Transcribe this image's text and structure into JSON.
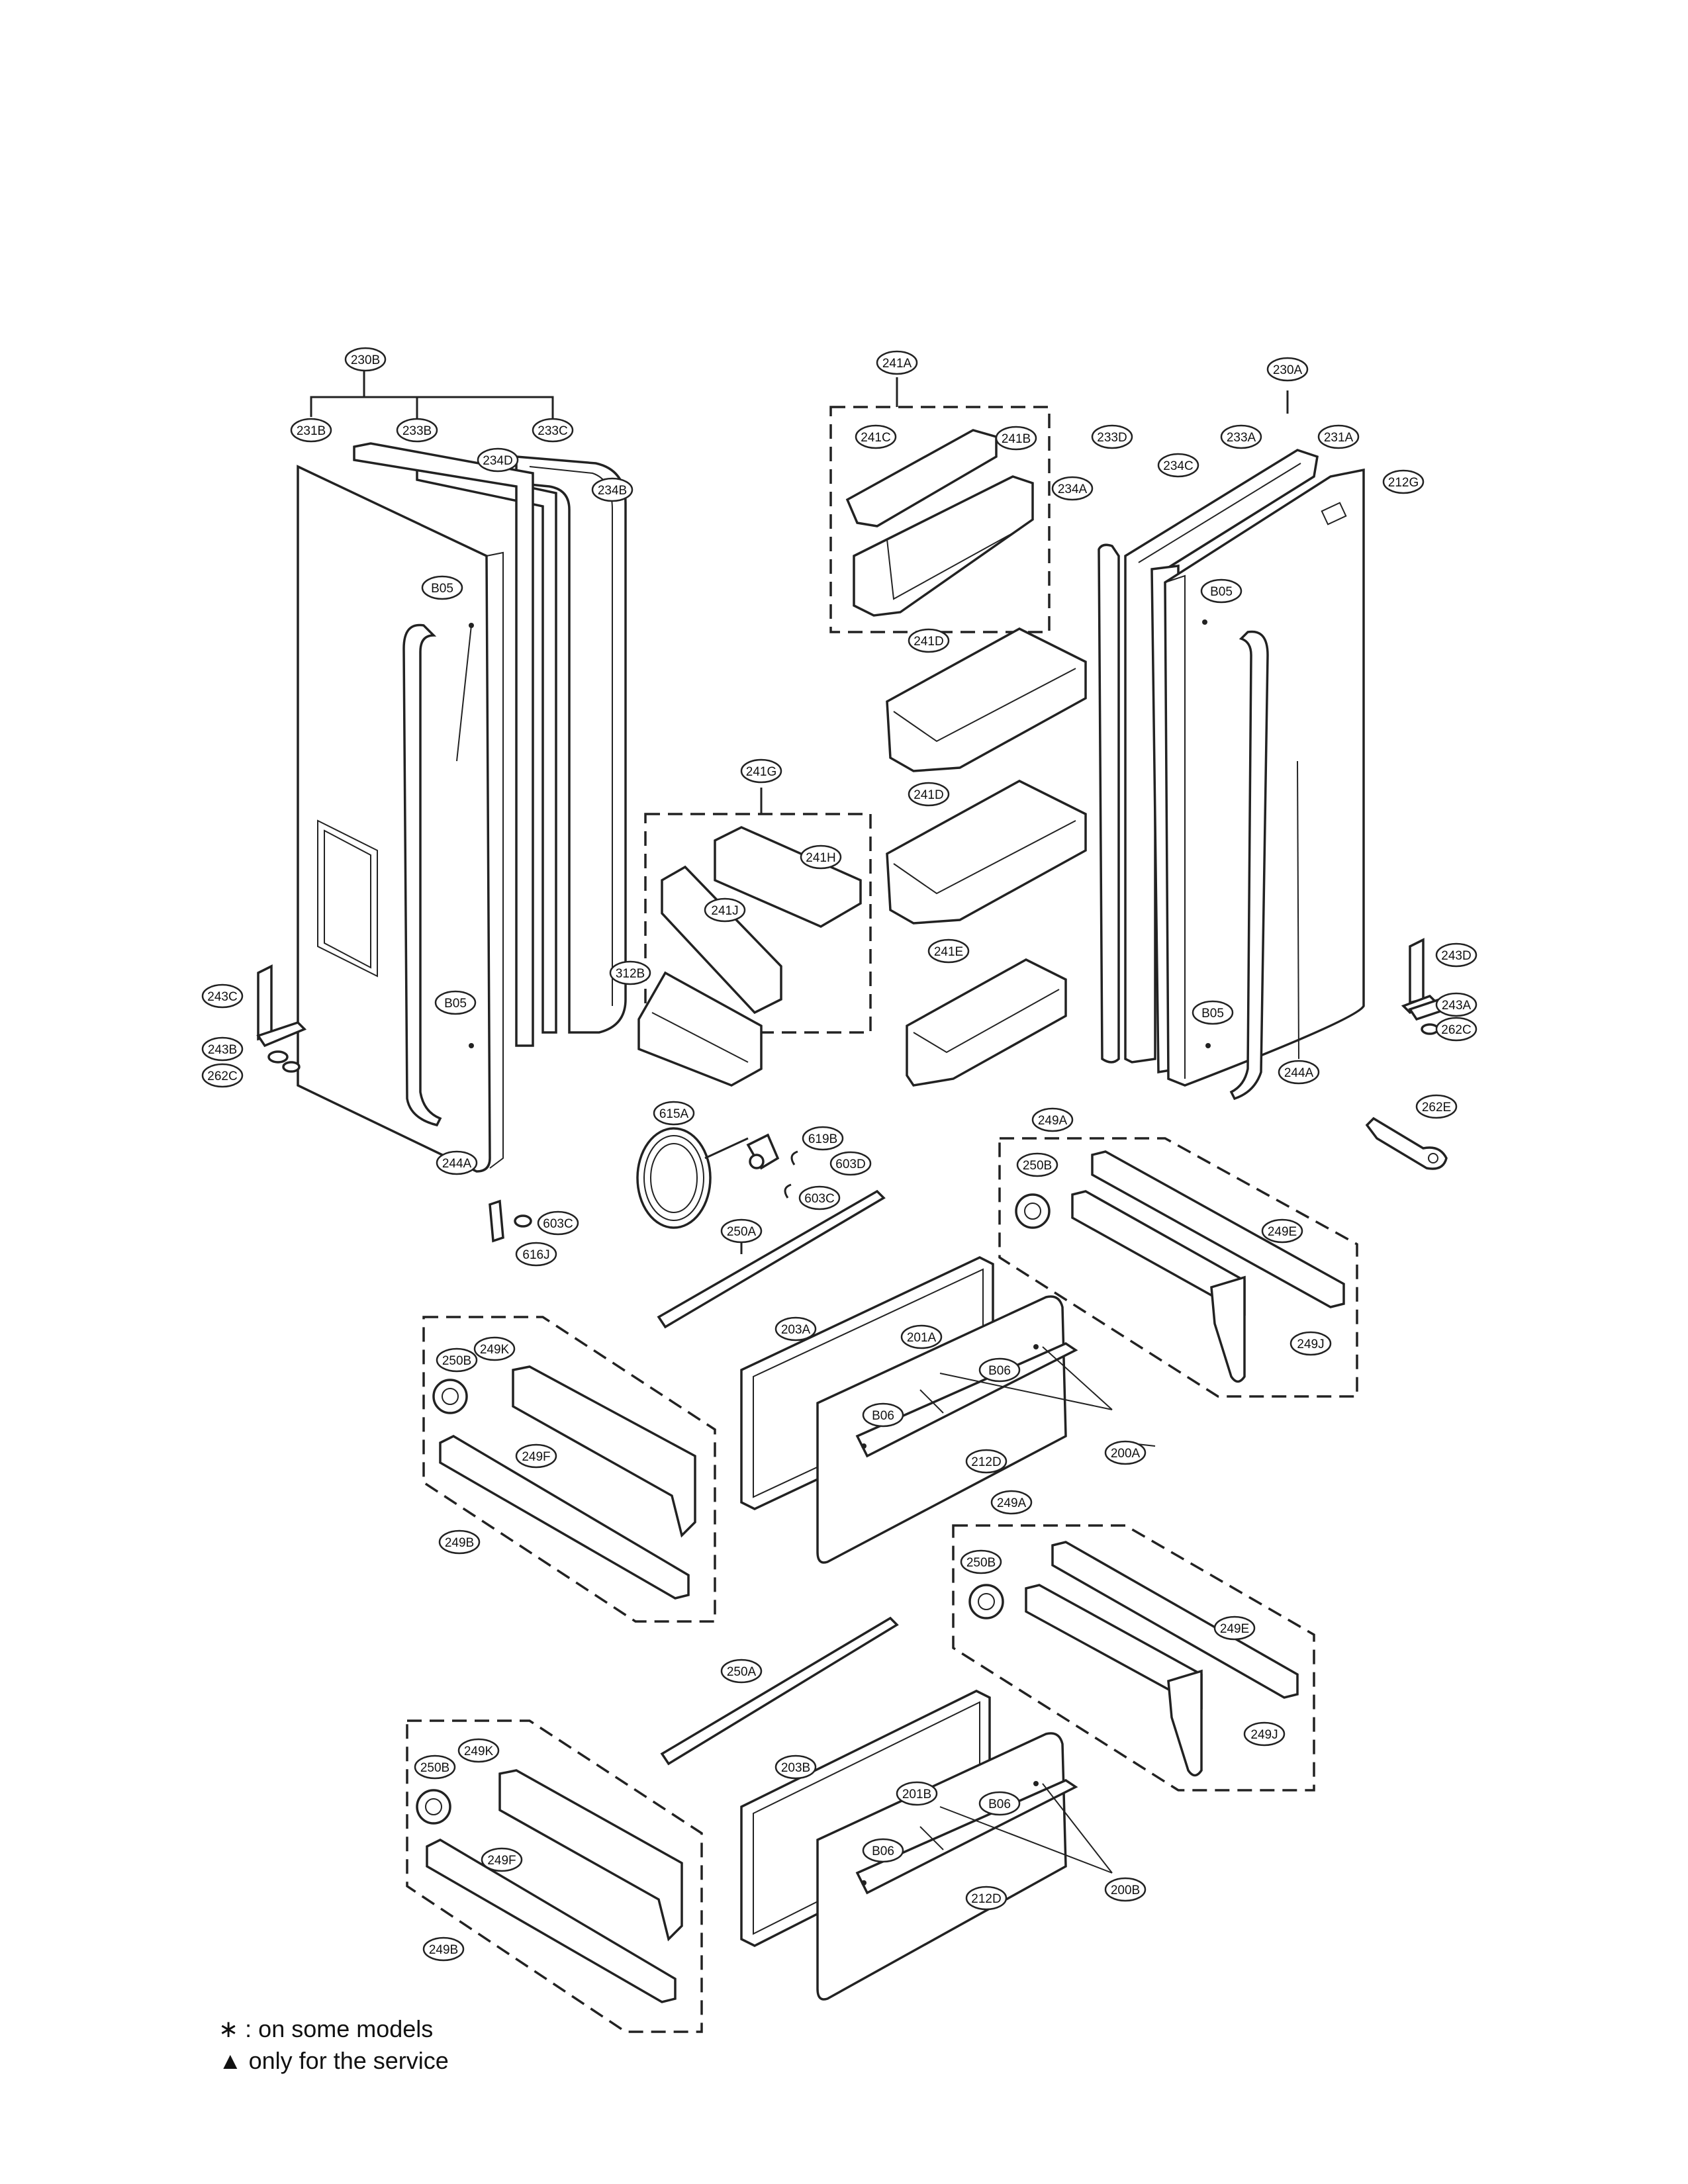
{
  "callouts": [
    {
      "id": "230B"
    },
    {
      "id": "231B"
    },
    {
      "id": "233B"
    },
    {
      "id": "234D"
    },
    {
      "id": "233C"
    },
    {
      "id": "234B"
    },
    {
      "id": "B05"
    },
    {
      "id": "B05"
    },
    {
      "id": "243C"
    },
    {
      "id": "243B"
    },
    {
      "id": "262C"
    },
    {
      "id": "244A"
    },
    {
      "id": "241A"
    },
    {
      "id": "241C"
    },
    {
      "id": "241B"
    },
    {
      "id": "241D"
    },
    {
      "id": "241D"
    },
    {
      "id": "241E"
    },
    {
      "id": "241G"
    },
    {
      "id": "241H"
    },
    {
      "id": "241J"
    },
    {
      "id": "312B"
    },
    {
      "id": "230A"
    },
    {
      "id": "233D"
    },
    {
      "id": "233A"
    },
    {
      "id": "231A"
    },
    {
      "id": "234A"
    },
    {
      "id": "234C"
    },
    {
      "id": "212G"
    },
    {
      "id": "B05"
    },
    {
      "id": "B05"
    },
    {
      "id": "243D"
    },
    {
      "id": "243A"
    },
    {
      "id": "262C"
    },
    {
      "id": "244A"
    },
    {
      "id": "262E"
    },
    {
      "id": "615A"
    },
    {
      "id": "619B"
    },
    {
      "id": "603D"
    },
    {
      "id": "603C"
    },
    {
      "id": "603C"
    },
    {
      "id": "616J"
    },
    {
      "id": "250A"
    },
    {
      "id": "249A"
    },
    {
      "id": "250B"
    },
    {
      "id": "249E"
    },
    {
      "id": "249J"
    },
    {
      "id": "203A"
    },
    {
      "id": "201A"
    },
    {
      "id": "B06"
    },
    {
      "id": "B06"
    },
    {
      "id": "212D"
    },
    {
      "id": "200A"
    },
    {
      "id": "250B"
    },
    {
      "id": "249K"
    },
    {
      "id": "249F"
    },
    {
      "id": "249B"
    },
    {
      "id": "249A"
    },
    {
      "id": "250B"
    },
    {
      "id": "249E"
    },
    {
      "id": "249J"
    },
    {
      "id": "250A"
    },
    {
      "id": "203B"
    },
    {
      "id": "201B"
    },
    {
      "id": "B06"
    },
    {
      "id": "B06"
    },
    {
      "id": "212D"
    },
    {
      "id": "200B"
    },
    {
      "id": "250B"
    },
    {
      "id": "249K"
    },
    {
      "id": "249F"
    },
    {
      "id": "249B"
    }
  ],
  "legend": {
    "line1": "∗ : on some models",
    "line2": "▲ only for the service"
  }
}
